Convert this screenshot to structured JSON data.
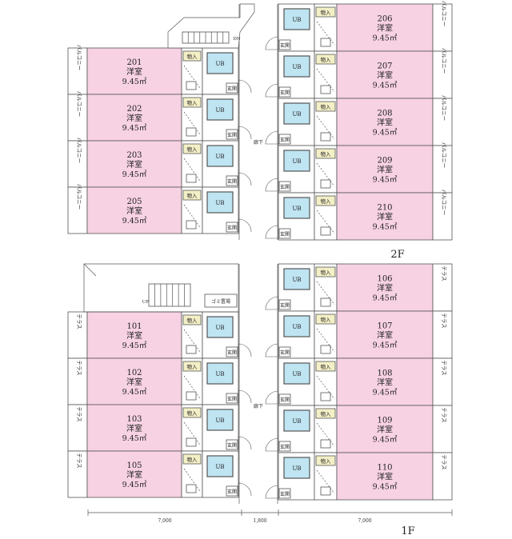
{
  "floors": [
    {
      "label": "2F",
      "left_units": [
        {
          "number": "201",
          "type": "洋室",
          "area": "9.45㎡",
          "side": "バルコニー"
        },
        {
          "number": "202",
          "type": "洋室",
          "area": "9.45㎡",
          "side": "バルコニー"
        },
        {
          "number": "203",
          "type": "洋室",
          "area": "9.45㎡",
          "side": "バルコニー"
        },
        {
          "number": "205",
          "type": "洋室",
          "area": "9.45㎡",
          "side": "バルコニー"
        }
      ],
      "right_units": [
        {
          "number": "206",
          "type": "洋室",
          "area": "9.45㎡",
          "side": "バルコニー"
        },
        {
          "number": "207",
          "type": "洋室",
          "area": "9.45㎡",
          "side": "バルコニー"
        },
        {
          "number": "208",
          "type": "洋室",
          "area": "9.45㎡",
          "side": "バルコニー"
        },
        {
          "number": "209",
          "type": "洋室",
          "area": "9.45㎡",
          "side": "バルコニー"
        },
        {
          "number": "210",
          "type": "洋室",
          "area": "9.45㎡",
          "side": "バルコニー"
        }
      ],
      "stair_label": "DN",
      "corridor_label": "廊下"
    },
    {
      "label": "1F",
      "left_units": [
        {
          "number": "101",
          "type": "洋室",
          "area": "9.45㎡",
          "side": "テラス"
        },
        {
          "number": "102",
          "type": "洋室",
          "area": "9.45㎡",
          "side": "テラス"
        },
        {
          "number": "103",
          "type": "洋室",
          "area": "9.45㎡",
          "side": "テラス"
        },
        {
          "number": "105",
          "type": "洋室",
          "area": "9.45㎡",
          "side": "テラス"
        }
      ],
      "right_units": [
        {
          "number": "106",
          "type": "洋室",
          "area": "9.45㎡",
          "side": "テラス"
        },
        {
          "number": "107",
          "type": "洋室",
          "area": "9.45㎡",
          "side": "テラス"
        },
        {
          "number": "108",
          "type": "洋室",
          "area": "9.45㎡",
          "side": "テラス"
        },
        {
          "number": "109",
          "type": "洋室",
          "area": "9.45㎡",
          "side": "テラス"
        },
        {
          "number": "110",
          "type": "洋室",
          "area": "9.45㎡",
          "side": "テラス"
        }
      ],
      "stair_label": "UP",
      "trash_label": "ゴミ置場",
      "corridor_label": "廊下"
    }
  ],
  "room_labels": {
    "bath": "UB",
    "storage": "物入",
    "entrance": "玄関"
  },
  "dimensions": [
    "7,000",
    "1,800",
    "7,000"
  ],
  "colors": {
    "room": "#f7d2e3",
    "bath": "#bfe4f2",
    "storage": "#f3efc6",
    "line": "#555555"
  }
}
